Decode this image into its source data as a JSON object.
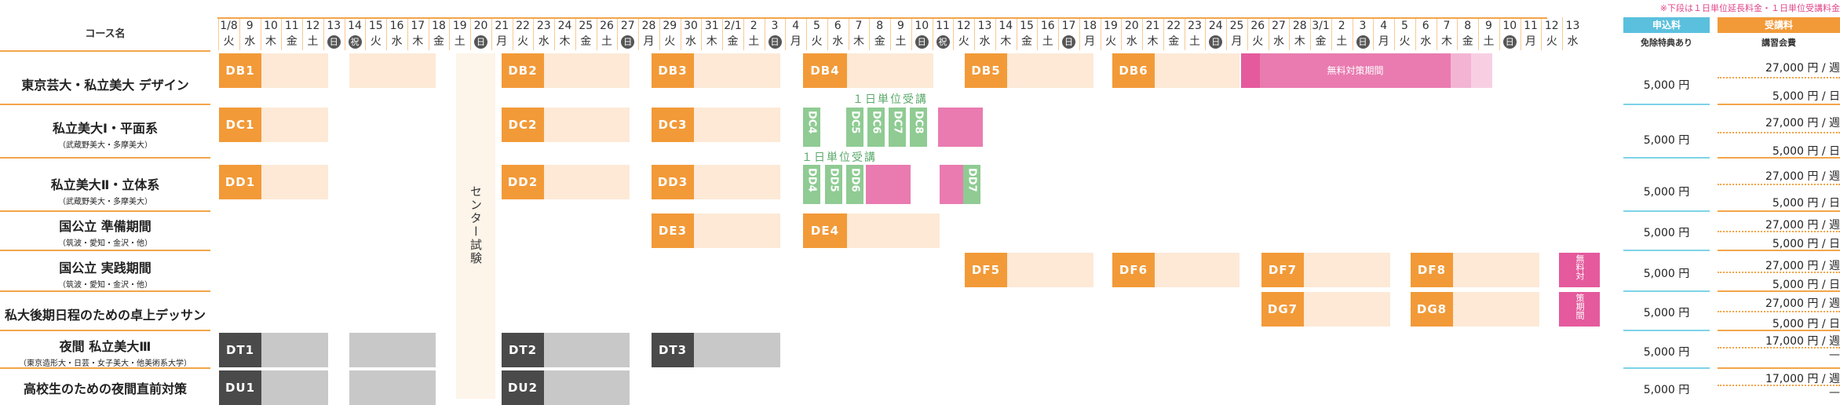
{
  "header": {
    "course_col": "コース名",
    "note": "※下段は１日単位延長料金・１日単位受講料金",
    "fee_head_1": "申込料",
    "fee_head_2": "受講料",
    "fee_sub_1": "免除特典あり",
    "fee_sub_2": "講習会費"
  },
  "days": [
    {
      "d": "1/8",
      "w": "火"
    },
    {
      "d": "9",
      "w": "水"
    },
    {
      "d": "10",
      "w": "木"
    },
    {
      "d": "11",
      "w": "金"
    },
    {
      "d": "12",
      "w": "土"
    },
    {
      "d": "13",
      "w": "日",
      "c": 1
    },
    {
      "d": "14",
      "w": "祝",
      "c": 1
    },
    {
      "d": "15",
      "w": "火"
    },
    {
      "d": "16",
      "w": "水"
    },
    {
      "d": "17",
      "w": "木"
    },
    {
      "d": "18",
      "w": "金"
    },
    {
      "d": "19",
      "w": "土"
    },
    {
      "d": "20",
      "w": "日",
      "c": 1
    },
    {
      "d": "21",
      "w": "月"
    },
    {
      "d": "22",
      "w": "火"
    },
    {
      "d": "23",
      "w": "水"
    },
    {
      "d": "24",
      "w": "木"
    },
    {
      "d": "25",
      "w": "金"
    },
    {
      "d": "26",
      "w": "土"
    },
    {
      "d": "27",
      "w": "日",
      "c": 1
    },
    {
      "d": "28",
      "w": "月"
    },
    {
      "d": "29",
      "w": "火"
    },
    {
      "d": "30",
      "w": "水"
    },
    {
      "d": "31",
      "w": "木"
    },
    {
      "d": "2/1",
      "w": "金"
    },
    {
      "d": "2",
      "w": "土"
    },
    {
      "d": "3",
      "w": "日",
      "c": 1
    },
    {
      "d": "4",
      "w": "月"
    },
    {
      "d": "5",
      "w": "火"
    },
    {
      "d": "6",
      "w": "水"
    },
    {
      "d": "7",
      "w": "木"
    },
    {
      "d": "8",
      "w": "金"
    },
    {
      "d": "9",
      "w": "土"
    },
    {
      "d": "10",
      "w": "日",
      "c": 1
    },
    {
      "d": "11",
      "w": "祝",
      "c": 1
    },
    {
      "d": "12",
      "w": "火"
    },
    {
      "d": "13",
      "w": "水"
    },
    {
      "d": "14",
      "w": "木"
    },
    {
      "d": "15",
      "w": "金"
    },
    {
      "d": "16",
      "w": "土"
    },
    {
      "d": "17",
      "w": "日",
      "c": 1
    },
    {
      "d": "18",
      "w": "月"
    },
    {
      "d": "19",
      "w": "火"
    },
    {
      "d": "20",
      "w": "水"
    },
    {
      "d": "21",
      "w": "木"
    },
    {
      "d": "22",
      "w": "金"
    },
    {
      "d": "23",
      "w": "土"
    },
    {
      "d": "24",
      "w": "日",
      "c": 1
    },
    {
      "d": "25",
      "w": "月"
    },
    {
      "d": "26",
      "w": "火"
    },
    {
      "d": "27",
      "w": "水"
    },
    {
      "d": "28",
      "w": "木"
    },
    {
      "d": "3/1",
      "w": "金"
    },
    {
      "d": "2",
      "w": "土"
    },
    {
      "d": "3",
      "w": "日",
      "c": 1
    },
    {
      "d": "4",
      "w": "月"
    },
    {
      "d": "5",
      "w": "火"
    },
    {
      "d": "6",
      "w": "水"
    },
    {
      "d": "7",
      "w": "木"
    },
    {
      "d": "8",
      "w": "金"
    },
    {
      "d": "9",
      "w": "土"
    },
    {
      "d": "10",
      "w": "日",
      "c": 1
    },
    {
      "d": "11",
      "w": "月"
    },
    {
      "d": "12",
      "w": "火"
    },
    {
      "d": "13",
      "w": "水"
    }
  ],
  "courses": [
    {
      "main": "東京芸大・私立美大 デザイン",
      "sub": ""
    },
    {
      "main": "私立美大Ⅰ・平面系",
      "sub": "（武蔵野美大・多摩美大）"
    },
    {
      "main": "私立美大Ⅱ・立体系",
      "sub": "（武蔵野美大・多摩美大）"
    },
    {
      "main": "国公立 準備期間",
      "sub": "（筑波・愛知・金沢・他）"
    },
    {
      "main": "国公立 実践期間",
      "sub": "（筑波・愛知・金沢・他）"
    },
    {
      "main": "私大後期日程のための卓上デッサン",
      "sub": ""
    },
    {
      "main": "夜間 私立美大Ⅲ",
      "sub": "（東京造形大・日芸・女子美大・他美術系大学）"
    },
    {
      "main": "高校生のための夜間直前対策",
      "sub": ""
    }
  ],
  "labels": {
    "DB1": "DB1",
    "DB2": "DB2",
    "DB3": "DB3",
    "DB4": "DB4",
    "DB5": "DB5",
    "DB6": "DB6",
    "DC1": "DC1",
    "DC2": "DC2",
    "DC3": "DC3",
    "DD1": "DD1",
    "DD2": "DD2",
    "DD3": "DD3",
    "DE3": "DE3",
    "DE4": "DE4",
    "DF5": "DF5",
    "DF6": "DF6",
    "DF7": "DF7",
    "DF8": "DF8",
    "DG7": "DG7",
    "DG8": "DG8",
    "DT1": "DT1",
    "DT2": "DT2",
    "DT3": "DT3",
    "DU1": "DU1",
    "DU2": "DU2"
  },
  "green": {
    "DC4": "DC4",
    "DC5": "DC5",
    "DC6": "DC6",
    "DC7": "DC7",
    "DC8": "DC8",
    "DD4": "DD4",
    "DD5": "DD5",
    "DD6": "DD6",
    "DD7": "DD7"
  },
  "notes": {
    "one_day_1": "１日単位受講",
    "one_day_2": "１日単位受講",
    "free_period": "無料対策期間",
    "center_exam": "センター試験",
    "muryo_1": "無料対",
    "muryo_2": "策期間"
  },
  "prices": [
    "5,000 円",
    "5,000 円",
    "5,000 円",
    "5,000 円",
    "5,000 円",
    "5,000 円",
    "5,000 円",
    "5,000 円"
  ],
  "fees": [
    {
      "week": "27,000 円 / 週",
      "day": "5,000 円 / 日"
    },
    {
      "week": "27,000 円 / 週",
      "day": "5,000 円 / 日"
    },
    {
      "week": "27,000 円 / 週",
      "day": "5,000 円 / 日"
    },
    {
      "week": "27,000 円 / 週",
      "day": "5,000 円 / 日"
    },
    {
      "week": "27,000 円 / 週",
      "day": "5,000 円 / 日"
    },
    {
      "week": "27,000 円 / 週",
      "day": "5,000 円 / 日"
    },
    {
      "week": "17,000 円 / 週",
      "day": "—"
    },
    {
      "week": "17,000 円 / 週",
      "day": "—"
    }
  ],
  "colors": {
    "orange": "#f29a38",
    "light": "#fde9d6",
    "green": "#8fcb93",
    "pink": "#e97bb0",
    "gray": "#c8c8c8",
    "dark": "#4a4a4a",
    "cyan": "#5bc0de"
  }
}
